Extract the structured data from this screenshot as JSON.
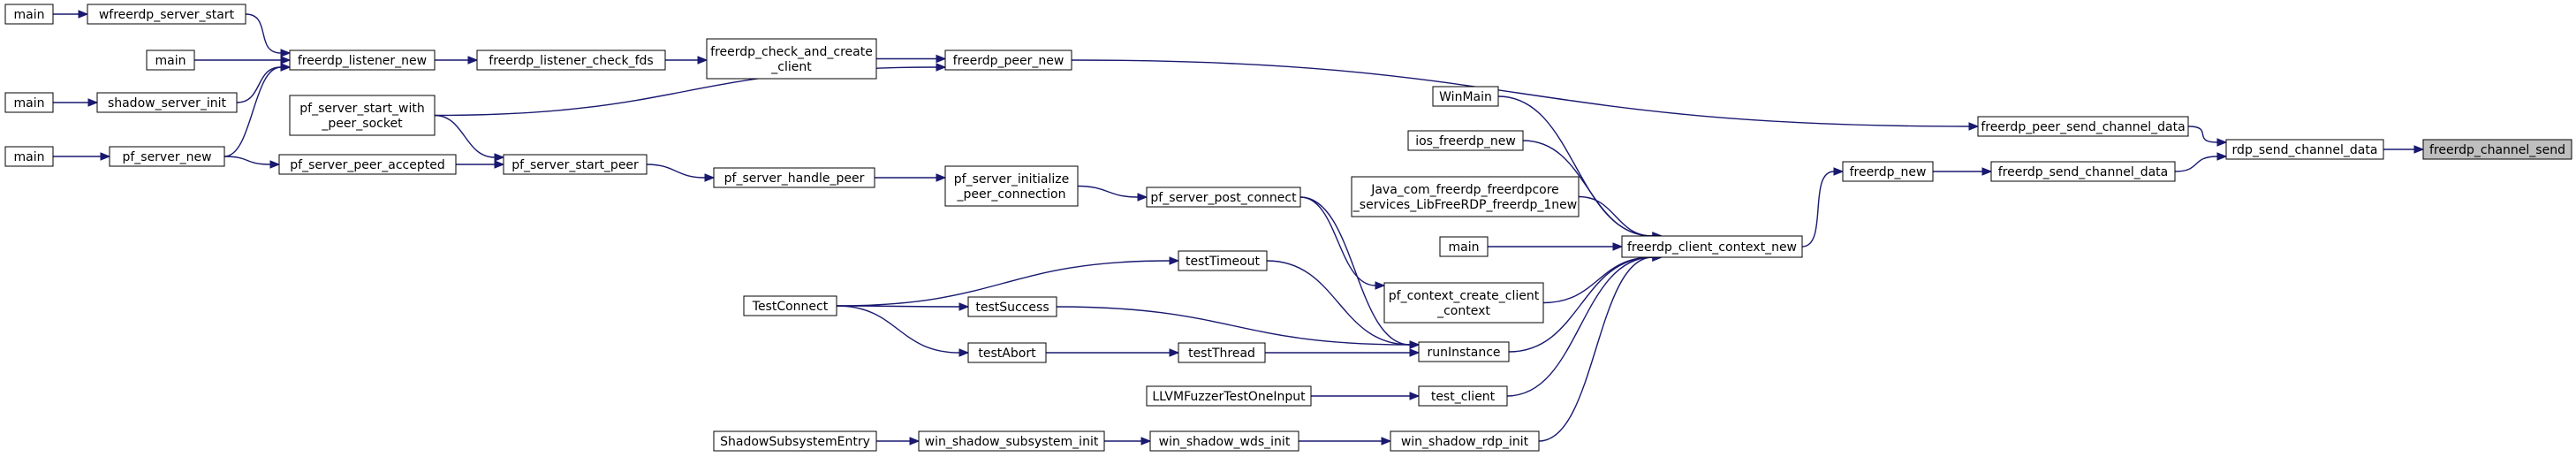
{
  "graph": {
    "nodes": {
      "n_main1": {
        "lines": [
          "main"
        ]
      },
      "n_wfree": {
        "lines": [
          "wfreerdp_server_start"
        ]
      },
      "n_main2": {
        "lines": [
          "main"
        ]
      },
      "n_listener_new": {
        "lines": [
          "freerdp_listener_new"
        ]
      },
      "n_check_fds": {
        "lines": [
          "freerdp_listener_check_fds"
        ]
      },
      "n_check_create": {
        "lines": [
          "freerdp_check_and_create",
          "_client"
        ]
      },
      "n_peer_new": {
        "lines": [
          "freerdp_peer_new"
        ]
      },
      "n_main3": {
        "lines": [
          "main"
        ]
      },
      "n_shadow_init": {
        "lines": [
          "shadow_server_init"
        ]
      },
      "n_pf_start_with": {
        "lines": [
          "pf_server_start_with",
          "_peer_socket"
        ]
      },
      "n_main4": {
        "lines": [
          "main"
        ]
      },
      "n_pf_server_new": {
        "lines": [
          "pf_server_new"
        ]
      },
      "n_pf_peer_acc": {
        "lines": [
          "pf_server_peer_accepted"
        ]
      },
      "n_pf_start_peer": {
        "lines": [
          "pf_server_start_peer"
        ]
      },
      "n_pf_handle": {
        "lines": [
          "pf_server_handle_peer"
        ]
      },
      "n_pf_init_conn": {
        "lines": [
          "pf_server_initialize",
          "_peer_connection"
        ]
      },
      "n_pf_post": {
        "lines": [
          "pf_server_post_connect"
        ]
      },
      "n_winmain": {
        "lines": [
          "WinMain"
        ]
      },
      "n_ios": {
        "lines": [
          "ios_freerdp_new"
        ]
      },
      "n_java": {
        "lines": [
          "Java_com_freerdp_freerdpcore",
          "_services_LibFreeRDP_freerdp_1new"
        ]
      },
      "n_main5": {
        "lines": [
          "main"
        ]
      },
      "n_pf_ctx": {
        "lines": [
          "pf_context_create_client",
          "_context"
        ]
      },
      "n_test_connect": {
        "lines": [
          "TestConnect"
        ]
      },
      "n_test_timeout": {
        "lines": [
          "testTimeout"
        ]
      },
      "n_test_success": {
        "lines": [
          "testSuccess"
        ]
      },
      "n_test_abort": {
        "lines": [
          "testAbort"
        ]
      },
      "n_test_thread": {
        "lines": [
          "testThread"
        ]
      },
      "n_run_instance": {
        "lines": [
          "runInstance"
        ]
      },
      "n_llvm": {
        "lines": [
          "LLVMFuzzerTestOneInput"
        ]
      },
      "n_test_client": {
        "lines": [
          "test_client"
        ]
      },
      "n_shadow_entry": {
        "lines": [
          "ShadowSubsystemEntry"
        ]
      },
      "n_win_shadow_sub": {
        "lines": [
          "win_shadow_subsystem_init"
        ]
      },
      "n_win_shadow_wds": {
        "lines": [
          "win_shadow_wds_init"
        ]
      },
      "n_win_shadow_rdp": {
        "lines": [
          "win_shadow_rdp_init"
        ]
      },
      "n_client_ctx_new": {
        "lines": [
          "freerdp_client_context_new"
        ]
      },
      "n_freerdp_new": {
        "lines": [
          "freerdp_new"
        ]
      },
      "n_peer_send": {
        "lines": [
          "freerdp_peer_send_channel_data"
        ]
      },
      "n_send_channel": {
        "lines": [
          "freerdp_send_channel_data"
        ]
      },
      "n_rdp_send": {
        "lines": [
          "rdp_send_channel_data"
        ]
      },
      "n_root": {
        "lines": [
          "freerdp_channel_send"
        ]
      }
    }
  }
}
